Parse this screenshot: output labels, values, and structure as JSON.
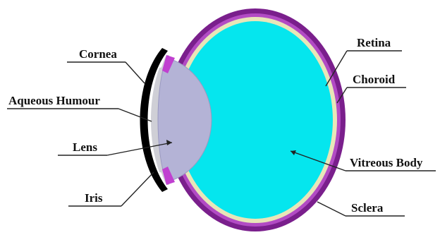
{
  "diagram": {
    "labels": {
      "cornea": "Cornea",
      "aqueous_humour": "Aqueous Humour",
      "lens": "Lens",
      "iris": "Iris",
      "retina": "Retina",
      "choroid": "Choroid",
      "vitreous_body": "Vitreous Body",
      "sclera": "Sclera"
    },
    "colors": {
      "sclera": "#7a1f8c",
      "choroid": "#b24bc4",
      "retina": "#e8e6b8",
      "vitreous_body": "#05e6ee",
      "lens": "#b4b3d6",
      "aqueous_humour": "#d2d2d8",
      "cornea": "#000000",
      "iris": "#c040d0"
    }
  }
}
